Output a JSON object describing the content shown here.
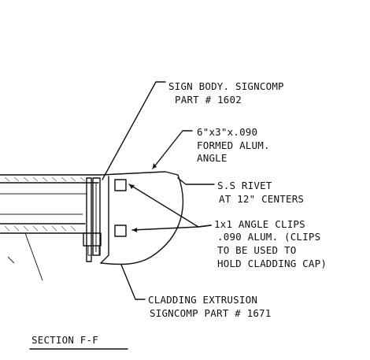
{
  "callouts": {
    "sign_body": [
      "SIGN BODY. SIGNCOMP",
      "PART # 1602"
    ],
    "angle": [
      "6\"x3\"x.090",
      "FORMED ALUM.",
      "ANGLE"
    ],
    "rivet": [
      "S.S RIVET",
      "AT 12\" CENTERS"
    ],
    "clips": [
      "1x1 ANGLE CLIPS",
      ".090 ALUM. (CLIPS",
      "TO BE USED TO",
      "HOLD CLADDING CAP)"
    ],
    "extrusion": [
      "CLADDING EXTRUSION",
      "SIGNCOMP PART # 1671"
    ]
  },
  "section_title": "SECTION F-F"
}
